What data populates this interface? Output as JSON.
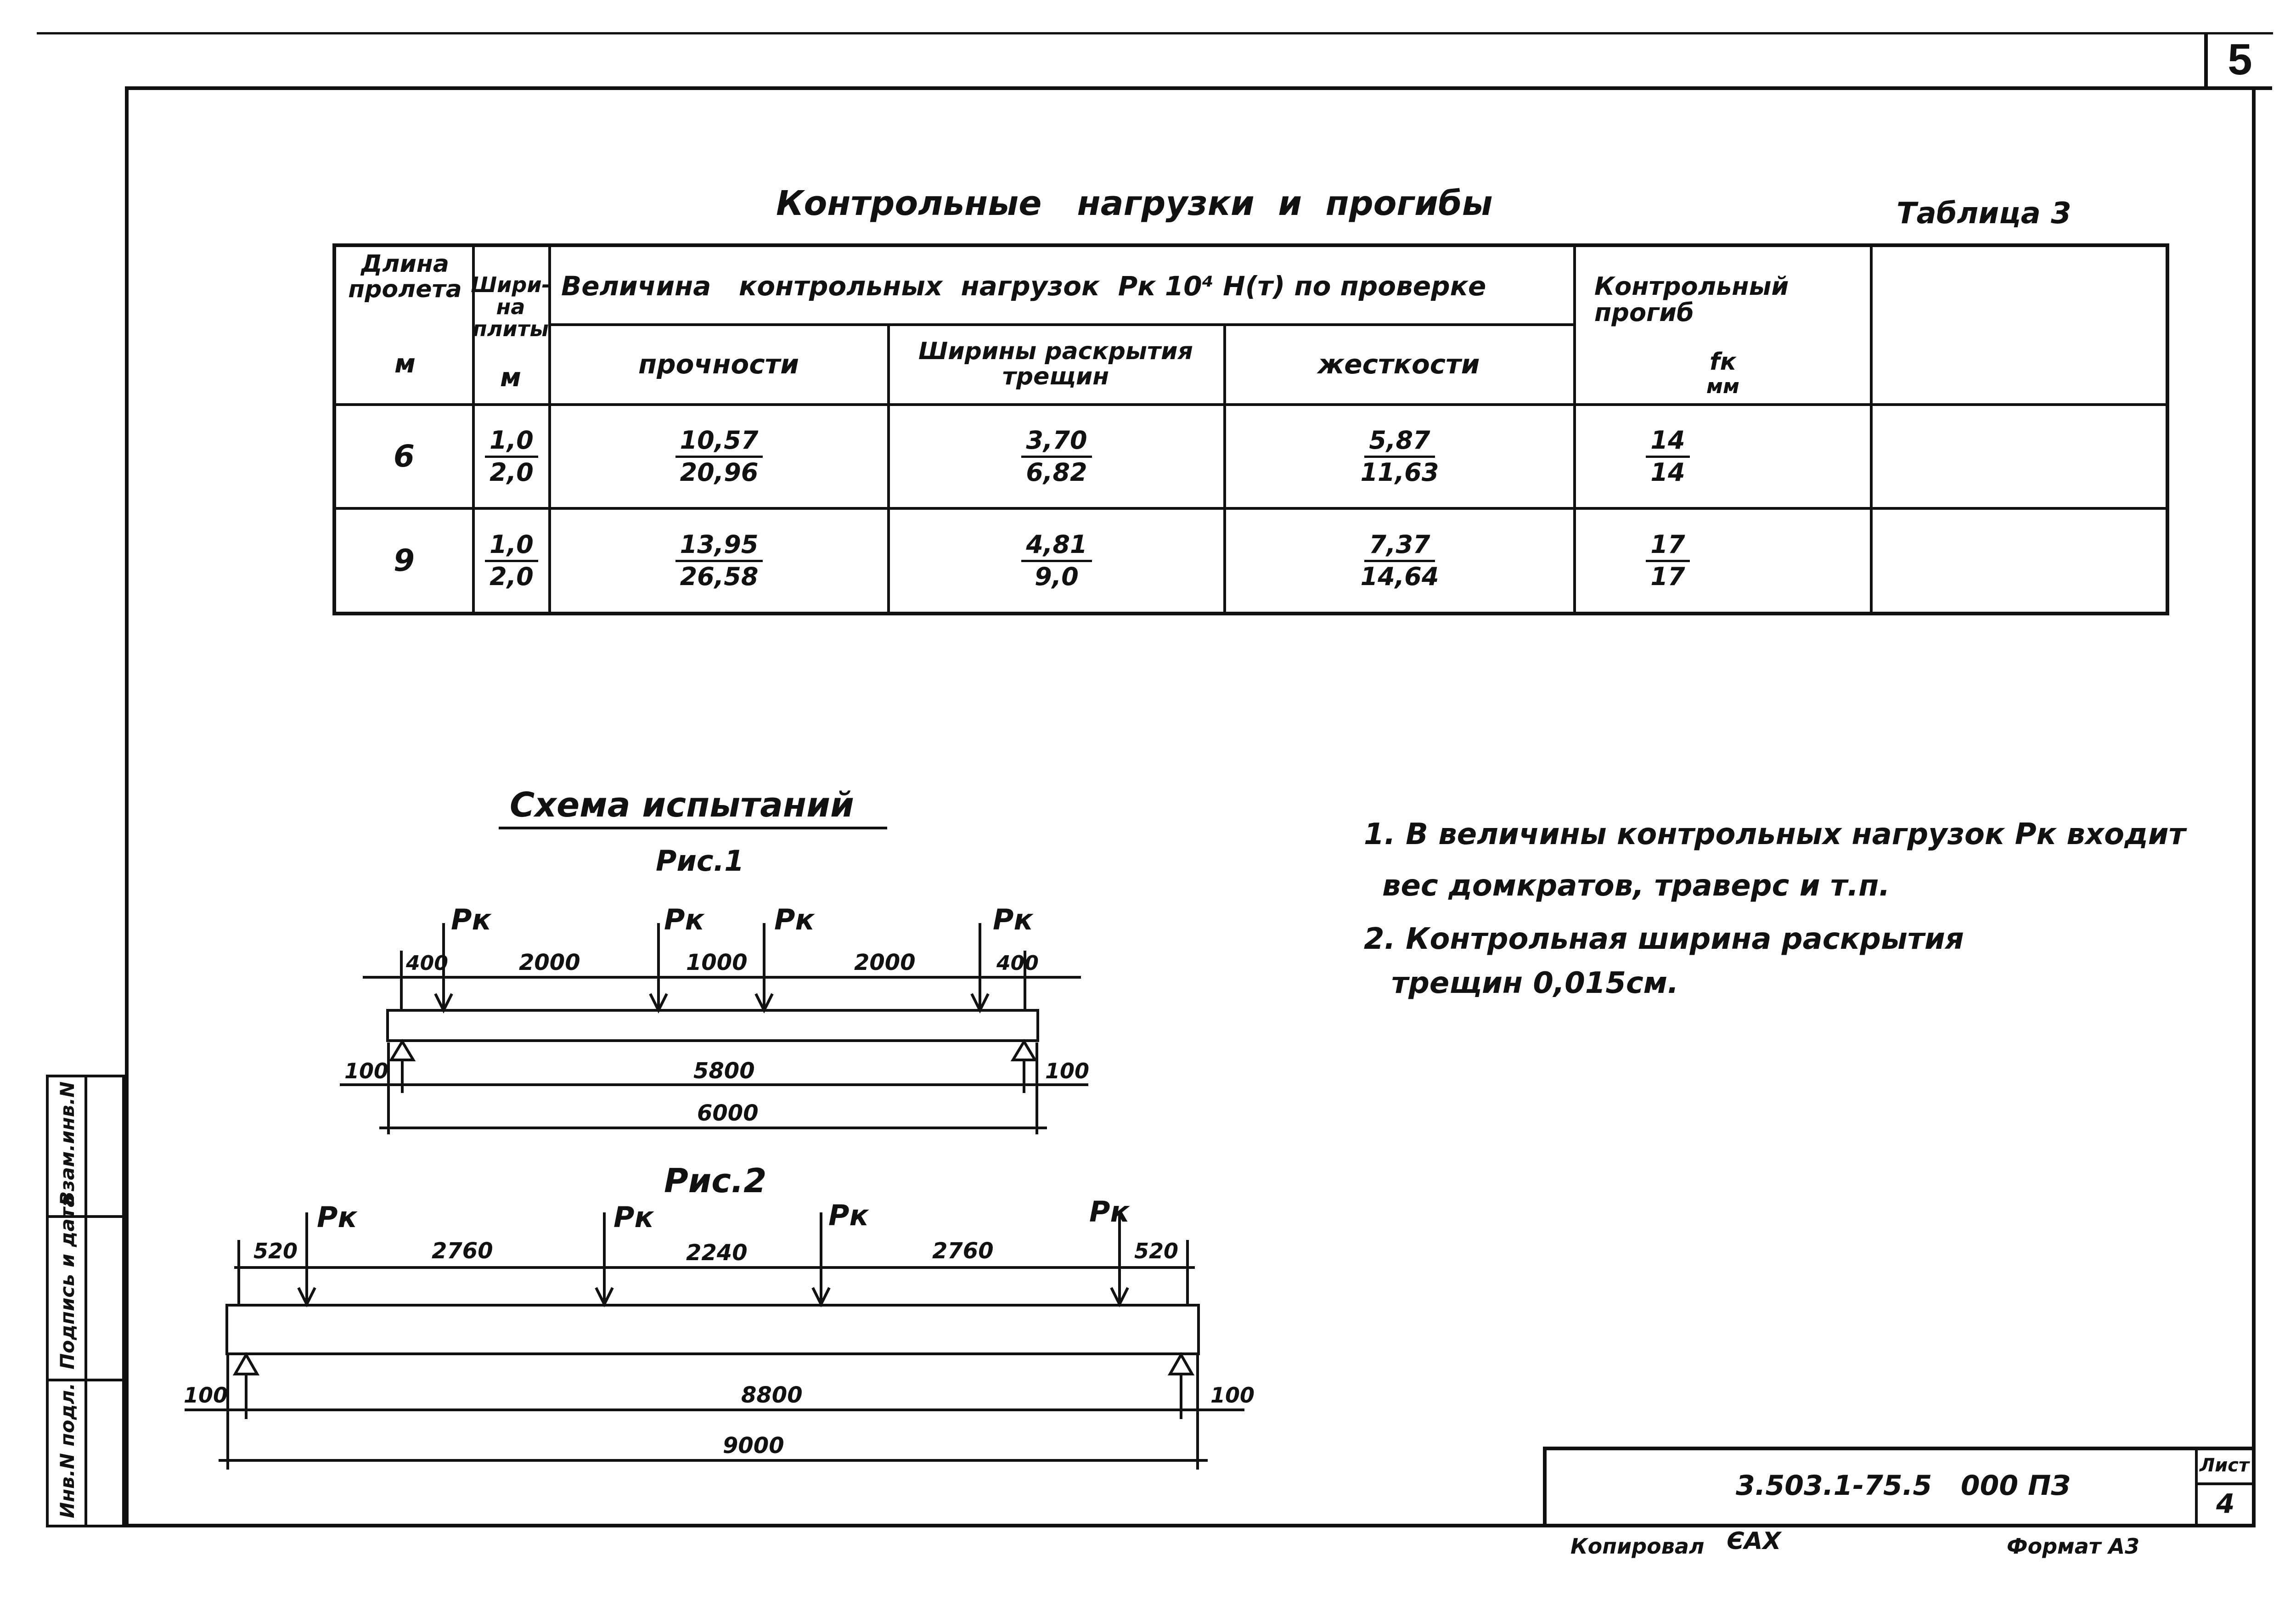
{
  "page_number": "5",
  "table": {
    "title": "Контрольные   нагрузки  и  прогибы",
    "label": "Таблица 3",
    "headers": {
      "span_length": "Длина пролета",
      "span_unit": "м",
      "slab_width": "Шири-на плиты",
      "width_unit": "м",
      "loads_group": "Величина   контрольных  нагрузок  Pк 10⁴ Н(т) по проверке",
      "strength": "прочности",
      "crack_width": "Ширины раскрытия трещин",
      "stiffness": "жесткости",
      "deflection": "Контрольный прогиб",
      "deflection_symbol": "fк",
      "deflection_unit": "мм"
    },
    "rows": [
      {
        "span": "6",
        "width_top": "1,0",
        "width_bottom": "2,0",
        "strength_top": "10,57",
        "strength_bottom": "20,96",
        "crack_top": "3,70",
        "crack_bottom": "6,82",
        "stiffness_top": "5,87",
        "stiffness_bottom": "11,63",
        "deflection_top": "14",
        "deflection_bottom": "14"
      },
      {
        "span": "9",
        "width_top": "1,0",
        "width_bottom": "2,0",
        "strength_top": "13,95",
        "strength_bottom": "26,58",
        "crack_top": "4,81",
        "crack_bottom": "9,0",
        "stiffness_top": "7,37",
        "stiffness_bottom": "14,64",
        "deflection_top": "17",
        "deflection_bottom": "17"
      }
    ]
  },
  "scheme": {
    "title": "Схема испытаний",
    "fig1": {
      "label": "Рис.1",
      "load": "Pк",
      "top_dims": [
        "400",
        "2000",
        "1000",
        "2000",
        "400"
      ],
      "support_left": "100",
      "support_right": "100",
      "clear_span": "5800",
      "total": "6000"
    },
    "fig2": {
      "label": "Рис.2",
      "load": "Pк",
      "top_dims": [
        "520",
        "2760",
        "2240",
        "2760",
        "520"
      ],
      "support_left": "100",
      "support_right": "100",
      "clear_span": "8800",
      "total": "9000"
    }
  },
  "notes": [
    "1. В величины контрольных нагрузок Pк входит",
    "вес домкратов, траверс и т.п.",
    "2. Контрольная ширина  раскрытия",
    "трещин 0,015см."
  ],
  "title_block": {
    "doc_code": "3.503.1-75.5   000 ПЗ",
    "sheet_label": "Лист",
    "sheet_number": "4"
  },
  "footer": {
    "copied_by": "Копировал",
    "signature": "ЄАХ",
    "format": "Формат А3"
  },
  "side_stamp": {
    "inv_podl": "Инв.N подл.",
    "signature_date": "Подпись и дата",
    "vzam_inv": "Взам.инв.N"
  }
}
